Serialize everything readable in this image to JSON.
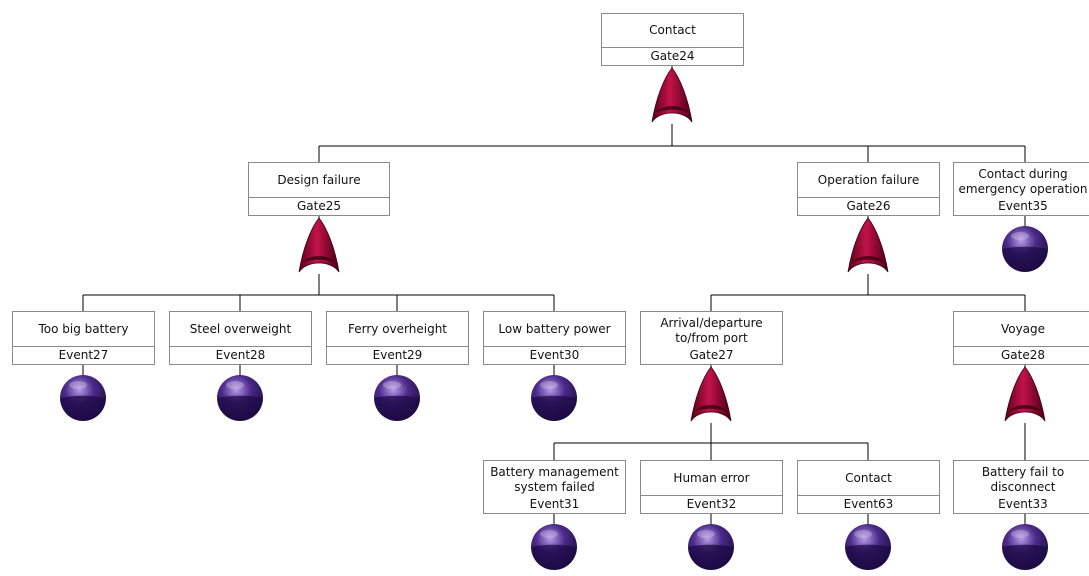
{
  "nodes": [
    {
      "id": "Gate24",
      "desc": "Contact",
      "kind": "or-gate"
    },
    {
      "id": "Gate25",
      "desc": "Design failure",
      "kind": "or-gate"
    },
    {
      "id": "Gate26",
      "desc": "Operation failure",
      "kind": "or-gate"
    },
    {
      "id": "Event35",
      "desc": "Contact during\nemergency operation",
      "kind": "basic-event"
    },
    {
      "id": "Event27",
      "desc": "Too big battery",
      "kind": "basic-event"
    },
    {
      "id": "Event28",
      "desc": "Steel overweight",
      "kind": "basic-event"
    },
    {
      "id": "Event29",
      "desc": "Ferry overheight",
      "kind": "basic-event"
    },
    {
      "id": "Event30",
      "desc": "Low battery power",
      "kind": "basic-event"
    },
    {
      "id": "Gate27",
      "desc": "Arrival/departure\nto/from port",
      "kind": "or-gate"
    },
    {
      "id": "Gate28",
      "desc": "Voyage",
      "kind": "or-gate"
    },
    {
      "id": "Event31",
      "desc": "Battery management\nsystem failed",
      "kind": "basic-event"
    },
    {
      "id": "Event32",
      "desc": "Human error",
      "kind": "basic-event"
    },
    {
      "id": "Event63",
      "desc": "Contact",
      "kind": "basic-event"
    },
    {
      "id": "Event33",
      "desc": "Battery fail to\ndisconnect",
      "kind": "basic-event"
    }
  ],
  "edges": [
    [
      "Gate24",
      "Gate25"
    ],
    [
      "Gate24",
      "Gate26"
    ],
    [
      "Gate24",
      "Event35"
    ],
    [
      "Gate25",
      "Event27"
    ],
    [
      "Gate25",
      "Event28"
    ],
    [
      "Gate25",
      "Event29"
    ],
    [
      "Gate25",
      "Event30"
    ],
    [
      "Gate26",
      "Gate27"
    ],
    [
      "Gate26",
      "Gate28"
    ],
    [
      "Gate27",
      "Event31"
    ],
    [
      "Gate27",
      "Event32"
    ],
    [
      "Gate27",
      "Event63"
    ],
    [
      "Gate28",
      "Event33"
    ]
  ],
  "colors": {
    "gate": "#c2124a",
    "event": "#4b2a8a"
  }
}
